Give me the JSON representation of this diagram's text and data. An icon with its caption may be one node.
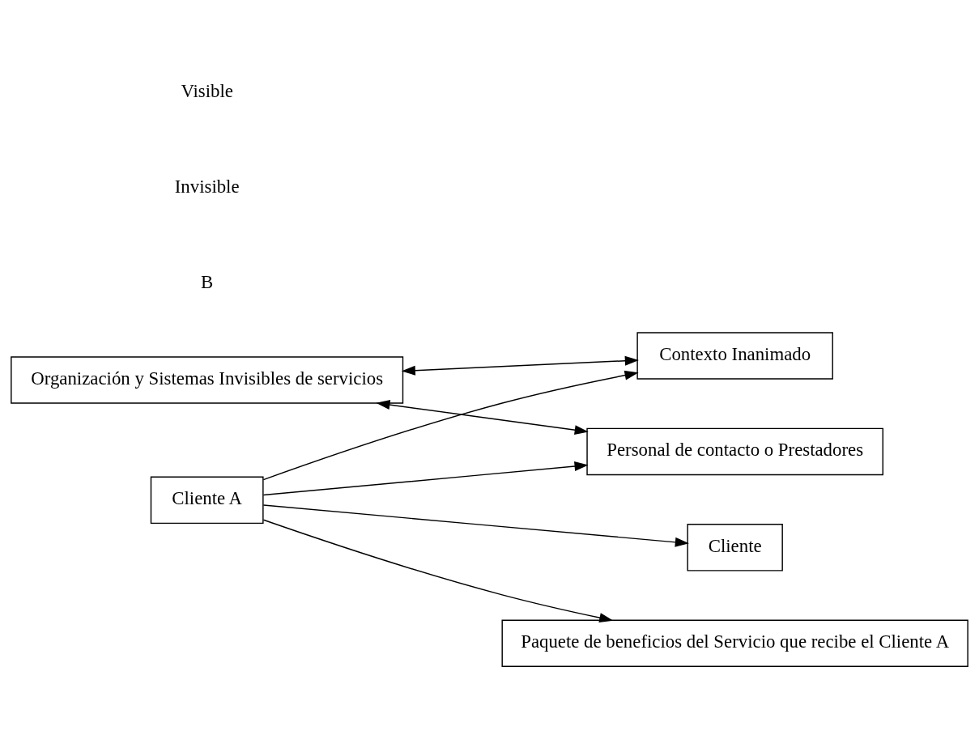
{
  "diagram": {
    "nodes": [
      {
        "text": [
          "Organización y Sistemas Invisibles de servicios"
        ]
      },
      {
        "text": [
          "Contexto Inanimado"
        ]
      },
      {
        "text": [
          "Personal de contacto o Prestadores"
        ]
      },
      {
        "text": [
          "Cliente A"
        ]
      },
      {
        "text": [
          "Cliente"
        ]
      },
      {
        "text": [
          "Paquete de beneficios del Servicio que recibe el Cliente A"
        ]
      }
    ],
    "edges": [
      {
        "from": 0,
        "to": 1,
        "arrow": "both"
      },
      {
        "from": 0,
        "to": 2,
        "arrow": "both"
      },
      {
        "from": 3,
        "to": 1,
        "arrow": "to"
      },
      {
        "from": 3,
        "to": 2,
        "arrow": "to"
      },
      {
        "from": 3,
        "to": 5,
        "arrow": "to"
      },
      {
        "from": 3,
        "to": 4,
        "arrow": "to"
      }
    ],
    "labels": [
      "B",
      "Invisible",
      "Visible"
    ]
  }
}
